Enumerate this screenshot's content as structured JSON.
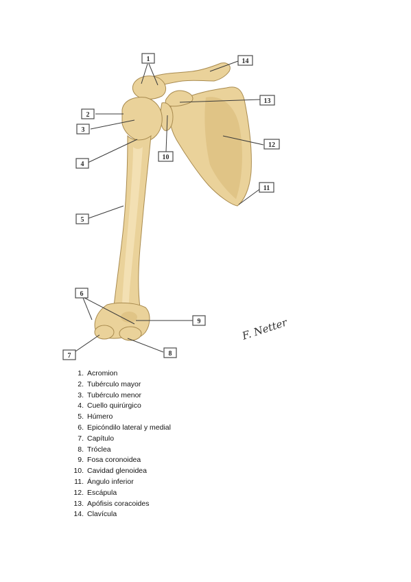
{
  "figure": {
    "callouts": [
      "1",
      "2",
      "3",
      "4",
      "5",
      "6",
      "7",
      "8",
      "9",
      "10",
      "11",
      "12",
      "13",
      "14"
    ],
    "signature": "F. Netter",
    "colors": {
      "bone": "#ead29a",
      "bone_shadow": "#d7b877",
      "outline": "#a88a4e"
    }
  },
  "legend": {
    "items": [
      {
        "num": "1.",
        "label": "Acromion"
      },
      {
        "num": "2.",
        "label": "Tubérculo mayor"
      },
      {
        "num": "3.",
        "label": "Tubérculo menor"
      },
      {
        "num": "4.",
        "label": "Cuello quirúrgico"
      },
      {
        "num": "5.",
        "label": "Húmero"
      },
      {
        "num": "6.",
        "label": "Epicóndilo lateral y medial"
      },
      {
        "num": "7.",
        "label": "Capítulo"
      },
      {
        "num": "8.",
        "label": "Tróclea"
      },
      {
        "num": "9.",
        "label": "Fosa coronoidea"
      },
      {
        "num": "10.",
        "label": "Cavidad glenoidea"
      },
      {
        "num": "11.",
        "label": "Ángulo inferior"
      },
      {
        "num": "12.",
        "label": "Escápula"
      },
      {
        "num": "13.",
        "label": "Apófisis coracoides"
      },
      {
        "num": "14.",
        "label": "Clavícula"
      }
    ]
  }
}
